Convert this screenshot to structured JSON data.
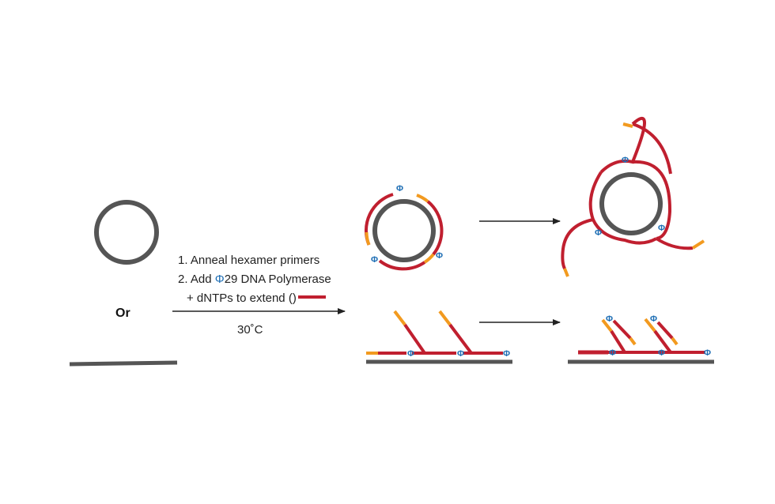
{
  "text": {
    "step1": "1. Anneal hexamer primers",
    "step2_prefix": "2. Add ",
    "step2_phi": "Φ",
    "step2_suffix": "29 DNA Polymerase",
    "step3_prefix": "+ dNTPs to extend (",
    "step3_suffix": ")",
    "temperature": "30˚C",
    "or_label": "Or"
  },
  "symbols": {
    "polymerase": "Φ"
  },
  "colors": {
    "template": "#555555",
    "new_strand": "#c01f2f",
    "primer": "#f29a1f",
    "polymerase": "#1f6fb5",
    "arrow": "#222222"
  }
}
